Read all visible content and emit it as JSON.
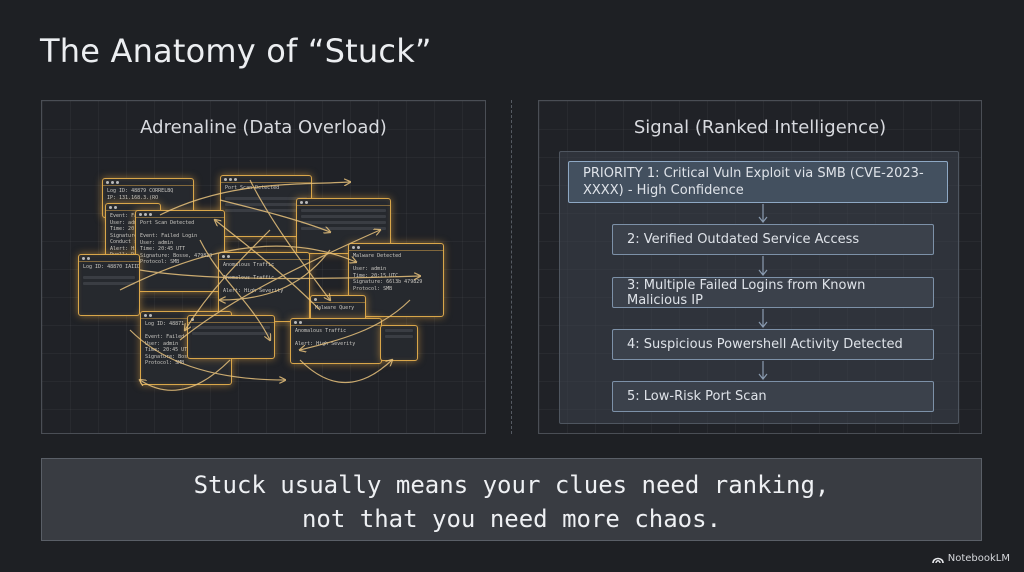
{
  "title": "The Anatomy of “Stuck”",
  "left_panel": {
    "title": "Adrenaline (Data Overload)",
    "cards": [
      {
        "text": "Log ID: 48879 CORRELBQ\nIP: 131.168.3.(RO"
      },
      {
        "text": "Port Scan Detected"
      },
      {
        "text": "Event: Failure\nUser: admin\nTime: 20:15 UT\nSignature: Fa\nConduct sh\nAlert: Hig\nDwell: Da"
      },
      {
        "text": "Port Scan Detected\n\nEvent: Failed Login\nUser: admin\nTime: 20:45 UTT\nSignature: Bosse, 479829\nProtocol: SMB"
      },
      {
        "text": "Log ID: 48870 IAIID"
      },
      {
        "text": "Anomalous Traffic\n\nAnomalous Traffic\n\nAlert: High Severity"
      },
      {
        "text": "Malware Detected\n\nUser: admin\nTime: 20:15 UTC\nSignature: 66l3b 479829\nProtocol: SMB"
      },
      {
        "text": "Log ID: 48871 LN\n\nEvent: Failed Login\nUser: admin\nTime: 20:45 UTC\nSignature: Bosse\nProtocol: SMB"
      },
      {
        "text": "Malware Query"
      },
      {
        "text": "Anomalous Traffic\n\nAlert: High Severity"
      }
    ]
  },
  "right_panel": {
    "title": "Signal (Ranked Intelligence)",
    "priorities": [
      {
        "label": "PRIORITY 1: Critical Vuln Exploit via SMB (CVE-2023-XXXX) - High Confidence"
      },
      {
        "label": "2: Verified Outdated Service Access"
      },
      {
        "label": "3: Multiple Failed Logins from Known Malicious IP"
      },
      {
        "label": "4: Suspicious Powershell Activity Detected"
      },
      {
        "label": "5: Low-Risk Port Scan"
      }
    ]
  },
  "banner": {
    "line1": "Stuck usually means your clues need ranking,",
    "line2": "not that you need more chaos."
  },
  "brand": {
    "name": "NotebookLM",
    "icon": "notebooklm-logo-icon"
  },
  "colors": {
    "background": "#1e2024",
    "chaos_accent": "#d9a64a",
    "priority_border": "#7d91a8",
    "banner_bg": "#393c42"
  }
}
